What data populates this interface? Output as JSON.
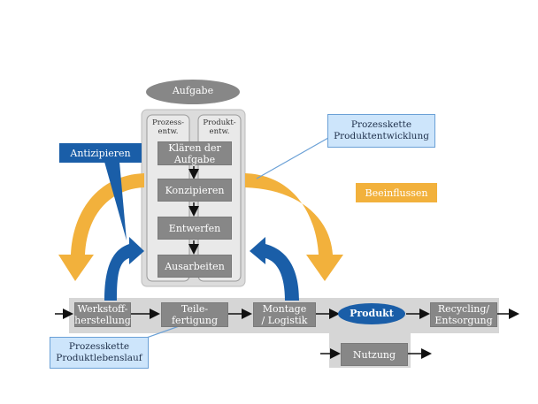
{
  "diagram": {
    "start_label": "Aufgabe",
    "lanes": {
      "process": "Prozess-\nentw.",
      "product": "Produkt-\nentw."
    },
    "dev_steps": [
      "Klären der\nAufgabe",
      "Konzipieren",
      "Entwerfen",
      "Ausarbeiten"
    ],
    "lifecycle": [
      "Werkstoff-\nherstellung",
      "Teile-\nfertigung",
      "Montage\n/ Logistik",
      "Produkt",
      "Recycling/\nEntsorgung"
    ],
    "usage": "Nutzung",
    "callouts": {
      "dev_chain": "Prozesskette\nProduktentwicklung",
      "lifecycle_chain": "Prozesskette\nProduktlebenslauf",
      "anticipate": "Antizipieren",
      "influence": "Beeinflussen"
    },
    "colors": {
      "grey_box": "#878787",
      "panel": "#dcdcdc",
      "blue_tag": "#1a5ea8",
      "orange": "#f2b13c",
      "callout_bg": "#cde5fb"
    }
  }
}
